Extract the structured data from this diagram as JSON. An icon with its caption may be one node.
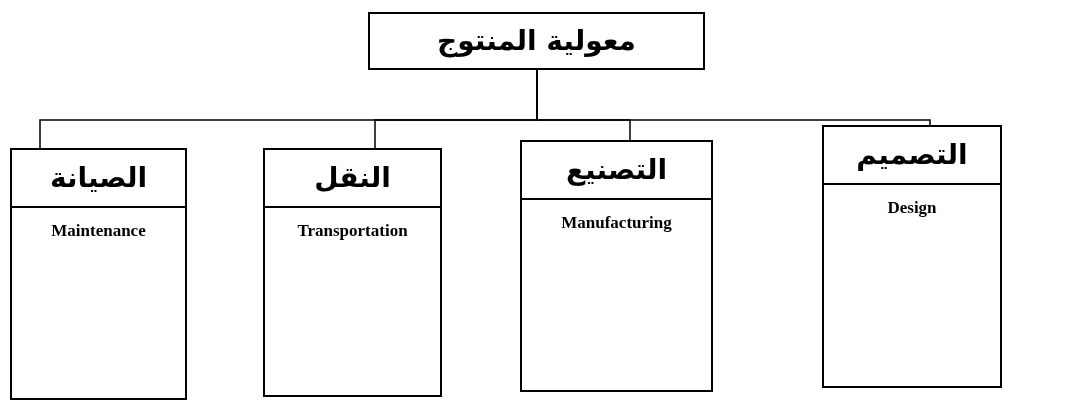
{
  "diagram": {
    "nodes": [
      {
        "text": [
          "معولية المنتوج"
        ]
      },
      {
        "text": [
          "التصميم",
          "Design"
        ]
      },
      {
        "text": [
          "التصنيع",
          "Manufacturing"
        ]
      },
      {
        "text": [
          "النقل",
          "Transportation"
        ]
      },
      {
        "text": [
          "الصيانة",
          "Maintenance"
        ]
      }
    ],
    "edges": [
      {
        "from": 0,
        "to": 1,
        "arrow": "none"
      },
      {
        "from": 0,
        "to": 2,
        "arrow": "none"
      },
      {
        "from": 0,
        "to": 3,
        "arrow": "none"
      },
      {
        "from": 0,
        "to": 4,
        "arrow": "none"
      }
    ]
  }
}
